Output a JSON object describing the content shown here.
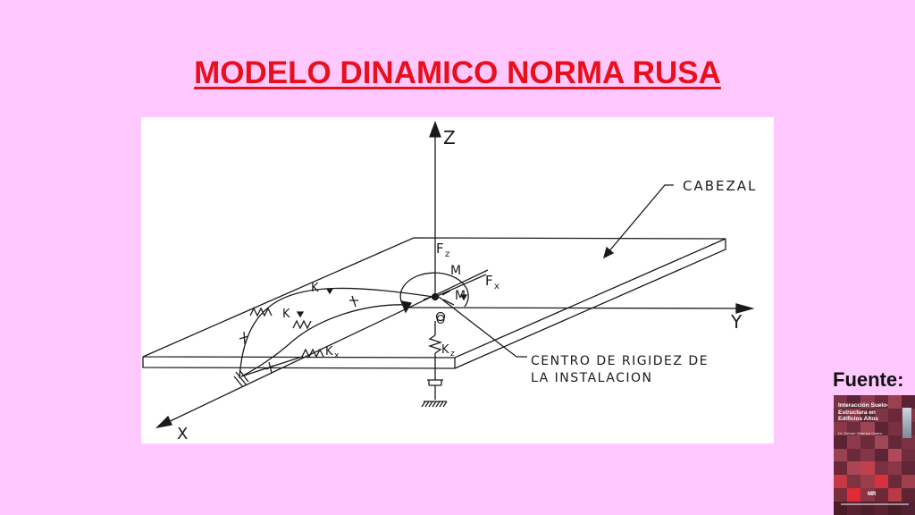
{
  "title": "MODELO DINAMICO NORMA RUSA",
  "diagram": {
    "labels": {
      "z_axis": "Z",
      "y_axis": "Y",
      "x_axis": "X",
      "cabezal": "CABEZAL",
      "fz": "F",
      "fz_sub": "z",
      "fx": "F",
      "fx_sub": "x",
      "m_top": "M",
      "m_right": "M",
      "origin": "O",
      "k_top": "K",
      "k_mid": "K",
      "kx": "K",
      "kx_sub": "x",
      "kz": "K",
      "kz_sub": "z",
      "centro_line1": "CENTRO DE RIGIDEZ DE",
      "centro_line2": "LA INSTALACION"
    },
    "colors": {
      "line": "#1a1a1a",
      "background": "#ffffff"
    }
  },
  "source": {
    "label": "Fuente:",
    "book": {
      "title": "Interacción Suelo-Estructura en Edificios Altos",
      "author": "Dr. Genner Villarreal Castro",
      "publisher_logo": "MR"
    }
  },
  "colors": {
    "page_background": "#ffc8ff",
    "title": "#e8101c"
  }
}
